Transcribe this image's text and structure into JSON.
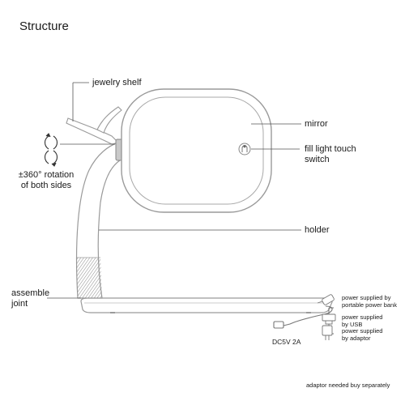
{
  "title": "Structure",
  "labels": {
    "jewelry_shelf": "jewelry shelf",
    "rotation_line1": "±360° rotation",
    "rotation_line2": "of both sides",
    "mirror": "mirror",
    "fill_light_line1": "fill light touch",
    "fill_light_line2": "switch",
    "holder": "holder",
    "assemble_line1": "assemble",
    "assemble_line2": "joint",
    "power_bank_line1": "power supplied by",
    "power_bank_line2": "portable power bank",
    "usb_line1": "power supplied",
    "usb_line2": "by USB",
    "adaptor_line1": "power supplied",
    "adaptor_line2": "by adaptor",
    "dc_spec": "DC5V  2A",
    "adaptor_note": "adaptor needed buy separately"
  },
  "icons": {
    "touch_switch": "touch-switch-icon",
    "rotation": "rotation-arrows-icon",
    "power_bank": "power-bank-icon",
    "usb": "usb-plug-icon",
    "adaptor": "ac-adaptor-icon"
  },
  "colors": {
    "outline": "#9a9a9a",
    "leader_line": "#555555",
    "text": "#1a1a1a"
  }
}
